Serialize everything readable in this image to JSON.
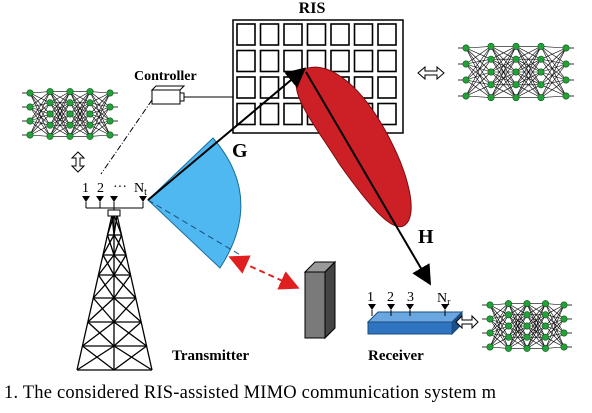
{
  "labels": {
    "ris": "RIS",
    "controller": "Controller",
    "channel_g": "G",
    "channel_h": "H",
    "transmitter": "Transmitter",
    "receiver": "Receiver",
    "tx_ant_1": "1",
    "tx_ant_2": "2",
    "tx_ant_dots": "···",
    "tx_ant_n": "N",
    "tx_ant_n_sub": "t",
    "rx_ant_1": "1",
    "rx_ant_2": "2",
    "rx_ant_3": "3",
    "rx_ant_n": "N",
    "rx_ant_n_sub": "r"
  },
  "caption": "1.  The considered RIS-assisted MIMO communication system m",
  "colors": {
    "tx_beam": "#4fb8f0",
    "ris_beam": "#cc1f26",
    "neural_node": "#23a23a",
    "receiver_block": "#2e74c0",
    "obstacle": "#7a7a7a",
    "blocked_link": "#e02020"
  },
  "ris_grid": {
    "rows": 4,
    "cols": 7
  },
  "icons": [
    "neural-network-icon",
    "double-arrow-icon",
    "antenna-icon",
    "tower-icon",
    "building-icon"
  ]
}
